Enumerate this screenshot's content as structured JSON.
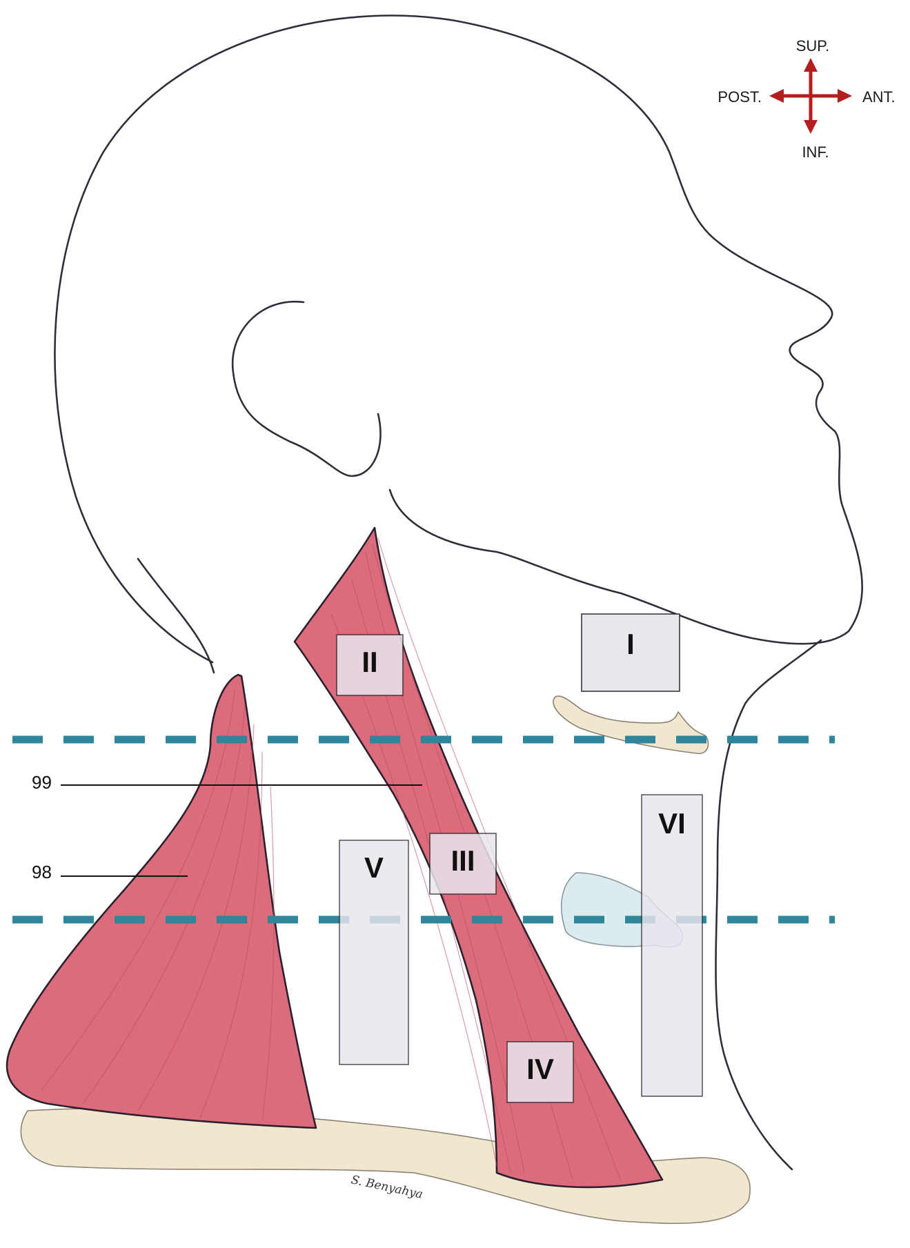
{
  "orientation": {
    "superior": "SUP.",
    "inferior": "INF.",
    "anterior": "ANT.",
    "posterior": "POST.",
    "arrow_color": "#b41e1e"
  },
  "levels": [
    {
      "id": "level-I",
      "label": "I"
    },
    {
      "id": "level-II",
      "label": "II"
    },
    {
      "id": "level-III",
      "label": "III"
    },
    {
      "id": "level-IV",
      "label": "IV"
    },
    {
      "id": "level-V",
      "label": "V"
    },
    {
      "id": "level-VI",
      "label": "VI"
    }
  ],
  "callouts": [
    {
      "id": "callout-99",
      "label": "99"
    },
    {
      "id": "callout-98",
      "label": "98"
    }
  ],
  "signature": "S. Benyahya",
  "colors": {
    "muscle": "#dc6b7c",
    "bone": "#f1e7cf",
    "thyroid": "#dcebee",
    "dashed_lines": "#2f8599",
    "level_box": "#e9e6ee",
    "outline": "#2e2e3a"
  }
}
